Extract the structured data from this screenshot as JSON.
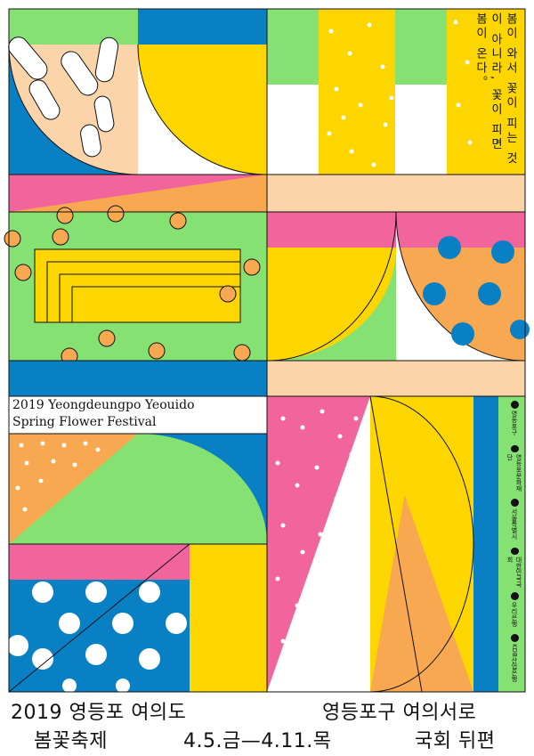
{
  "poster": {
    "vertical_text": "봄이 와서 꽃이 피는 것이 아니라, 꽃이 피면 봄이 온다。",
    "english_title_line1": "2019 Yeongdeungpo Yeouido",
    "english_title_line2": "Spring Flower Festival",
    "sponsors": [
      "영등포구",
      "영등포문화재단",
      "서울특별시",
      "대한민국국회",
      "우리은행",
      "KDB산업은행"
    ],
    "bottom": {
      "line1_left": "2019 영등포 여의도",
      "line1_right": "영등포구 여의서로",
      "line2_left": "봄꽃축제",
      "line2_mid": "4.5.금—4.11.목",
      "line2_right": "국회 뒤편"
    }
  },
  "colors": {
    "green": "#86e173",
    "yellow": "#fdd600",
    "blue": "#0a80c4",
    "pink": "#f1649c",
    "orange": "#f7a850",
    "peach": "#fbd5a9",
    "white": "#ffffff",
    "black": "#111111"
  }
}
